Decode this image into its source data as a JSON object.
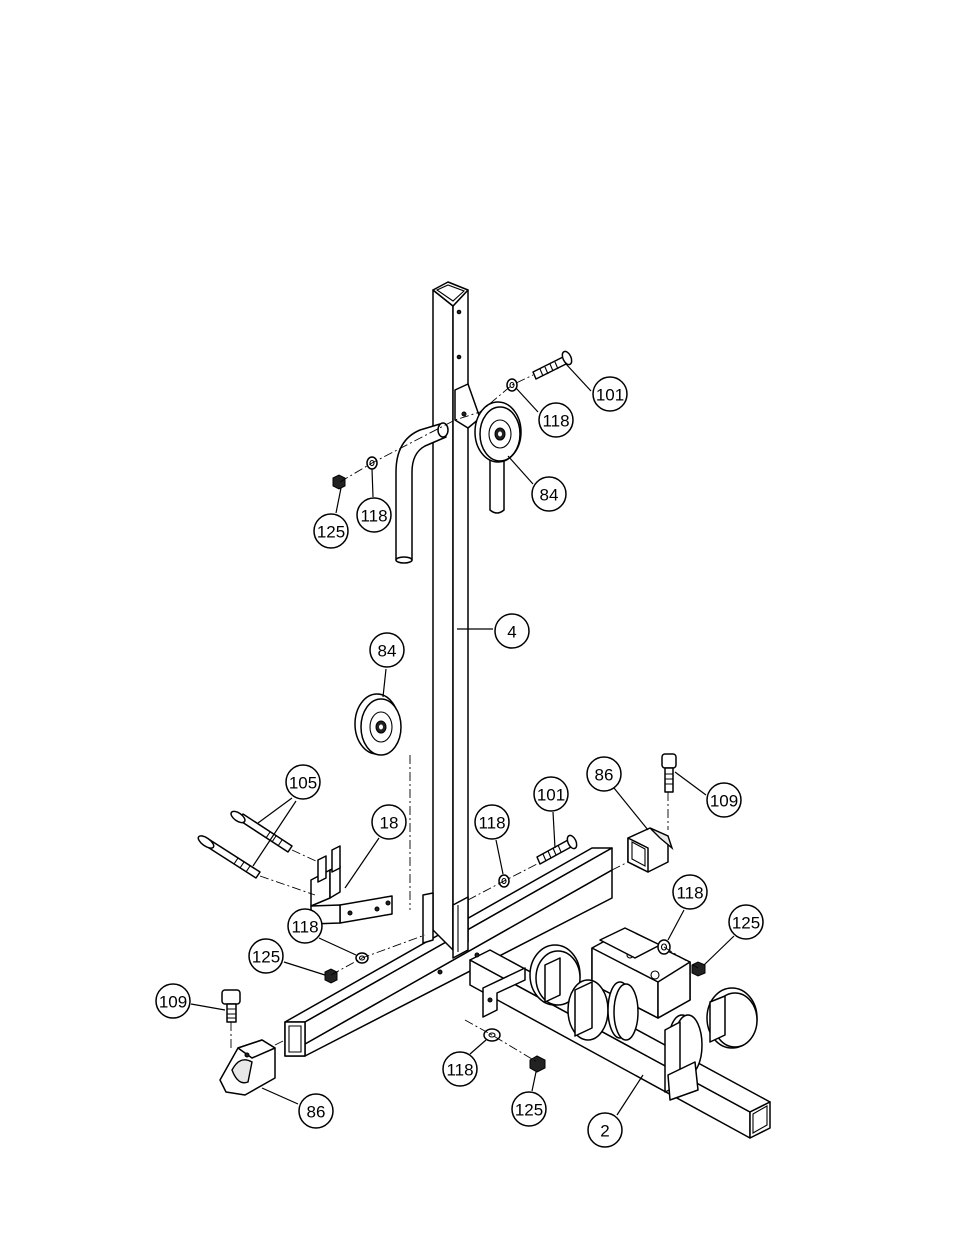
{
  "callouts": [
    {
      "id": "c-101-top",
      "label": "101"
    },
    {
      "id": "c-118-top-right",
      "label": "118"
    },
    {
      "id": "c-84-top",
      "label": "84"
    },
    {
      "id": "c-125-top-left",
      "label": "125"
    },
    {
      "id": "c-118-top-left",
      "label": "118"
    },
    {
      "id": "c-4",
      "label": "4"
    },
    {
      "id": "c-84-mid",
      "label": "84"
    },
    {
      "id": "c-105",
      "label": "105"
    },
    {
      "id": "c-18",
      "label": "18"
    },
    {
      "id": "c-118-mid",
      "label": "118"
    },
    {
      "id": "c-101-mid",
      "label": "101"
    },
    {
      "id": "c-86-right",
      "label": "86"
    },
    {
      "id": "c-109-right",
      "label": "109"
    },
    {
      "id": "c-118-right",
      "label": "118"
    },
    {
      "id": "c-125-right",
      "label": "125"
    },
    {
      "id": "c-118-left",
      "label": "118"
    },
    {
      "id": "c-125-left",
      "label": "125"
    },
    {
      "id": "c-109-left",
      "label": "109"
    },
    {
      "id": "c-86-left",
      "label": "86"
    },
    {
      "id": "c-118-bottom",
      "label": "118"
    },
    {
      "id": "c-125-bottom",
      "label": "125"
    },
    {
      "id": "c-2",
      "label": "2"
    }
  ]
}
